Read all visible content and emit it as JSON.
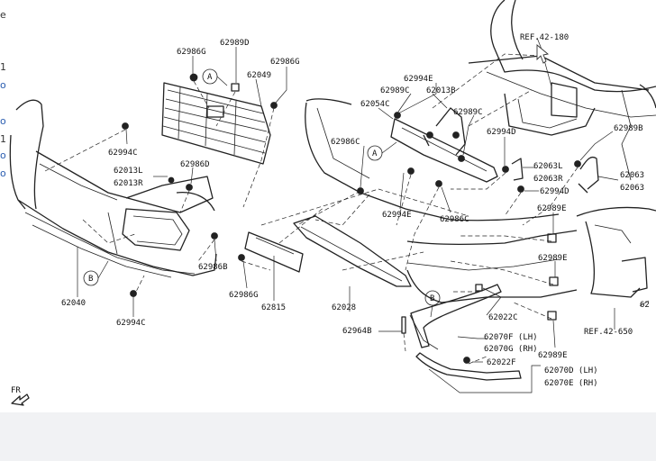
{
  "viewer": {
    "left_fragments": [
      "e",
      "1",
      "o",
      "o",
      "1",
      "o",
      "o"
    ]
  },
  "diagram": {
    "ref_top": "REF.42-180",
    "ref_bottom": "REF.42-650",
    "fr": "FR",
    "callouts": [
      "A",
      "A",
      "B",
      "B"
    ],
    "labels": {
      "p62986G_a": "62986G",
      "p62989D": "62989D",
      "p62049": "62049",
      "p62986G_b": "62986G",
      "p62994C_a": "62994C",
      "p62013L_a": "62013L",
      "p62013R_a": "62013R",
      "p62986D": "62986D",
      "p62986B": "62986B",
      "p62986G_c": "62986G",
      "p62815": "62815",
      "p62040": "62040",
      "p62994C_b": "62994C",
      "p62994E_a": "62994E",
      "p62989C_a": "62989C",
      "p62013B": "62013B",
      "p62054C": "62054C",
      "p62989C_b": "62989C",
      "p62986C_a": "62986C",
      "p62994D_a": "62994D",
      "p62994E_b": "62994E",
      "p62986C_b": "62986C",
      "p62989B": "62989B",
      "p62063L": "62063L",
      "p62063R": "62063R",
      "p62994D_b": "62994D",
      "p62063_1": "62063",
      "p62063_2": "62063",
      "p62989E_a": "62989E",
      "p62989E_b": "62989E",
      "p62989E_c": "62989E",
      "p62028": "62028",
      "p62964B": "62964B",
      "p62022C": "62022C",
      "p62070F": "62070F (LH)",
      "p62070G": "62070G (RH)",
      "p62022F": "62022F",
      "p62070D": "62070D (LH)",
      "p62070E": "62070E (RH)",
      "p62_edge": "62"
    }
  },
  "colors": {
    "line": "#222222",
    "viewer_bg": "#f3f3f3",
    "bottom_bar": "#f1f2f4"
  }
}
